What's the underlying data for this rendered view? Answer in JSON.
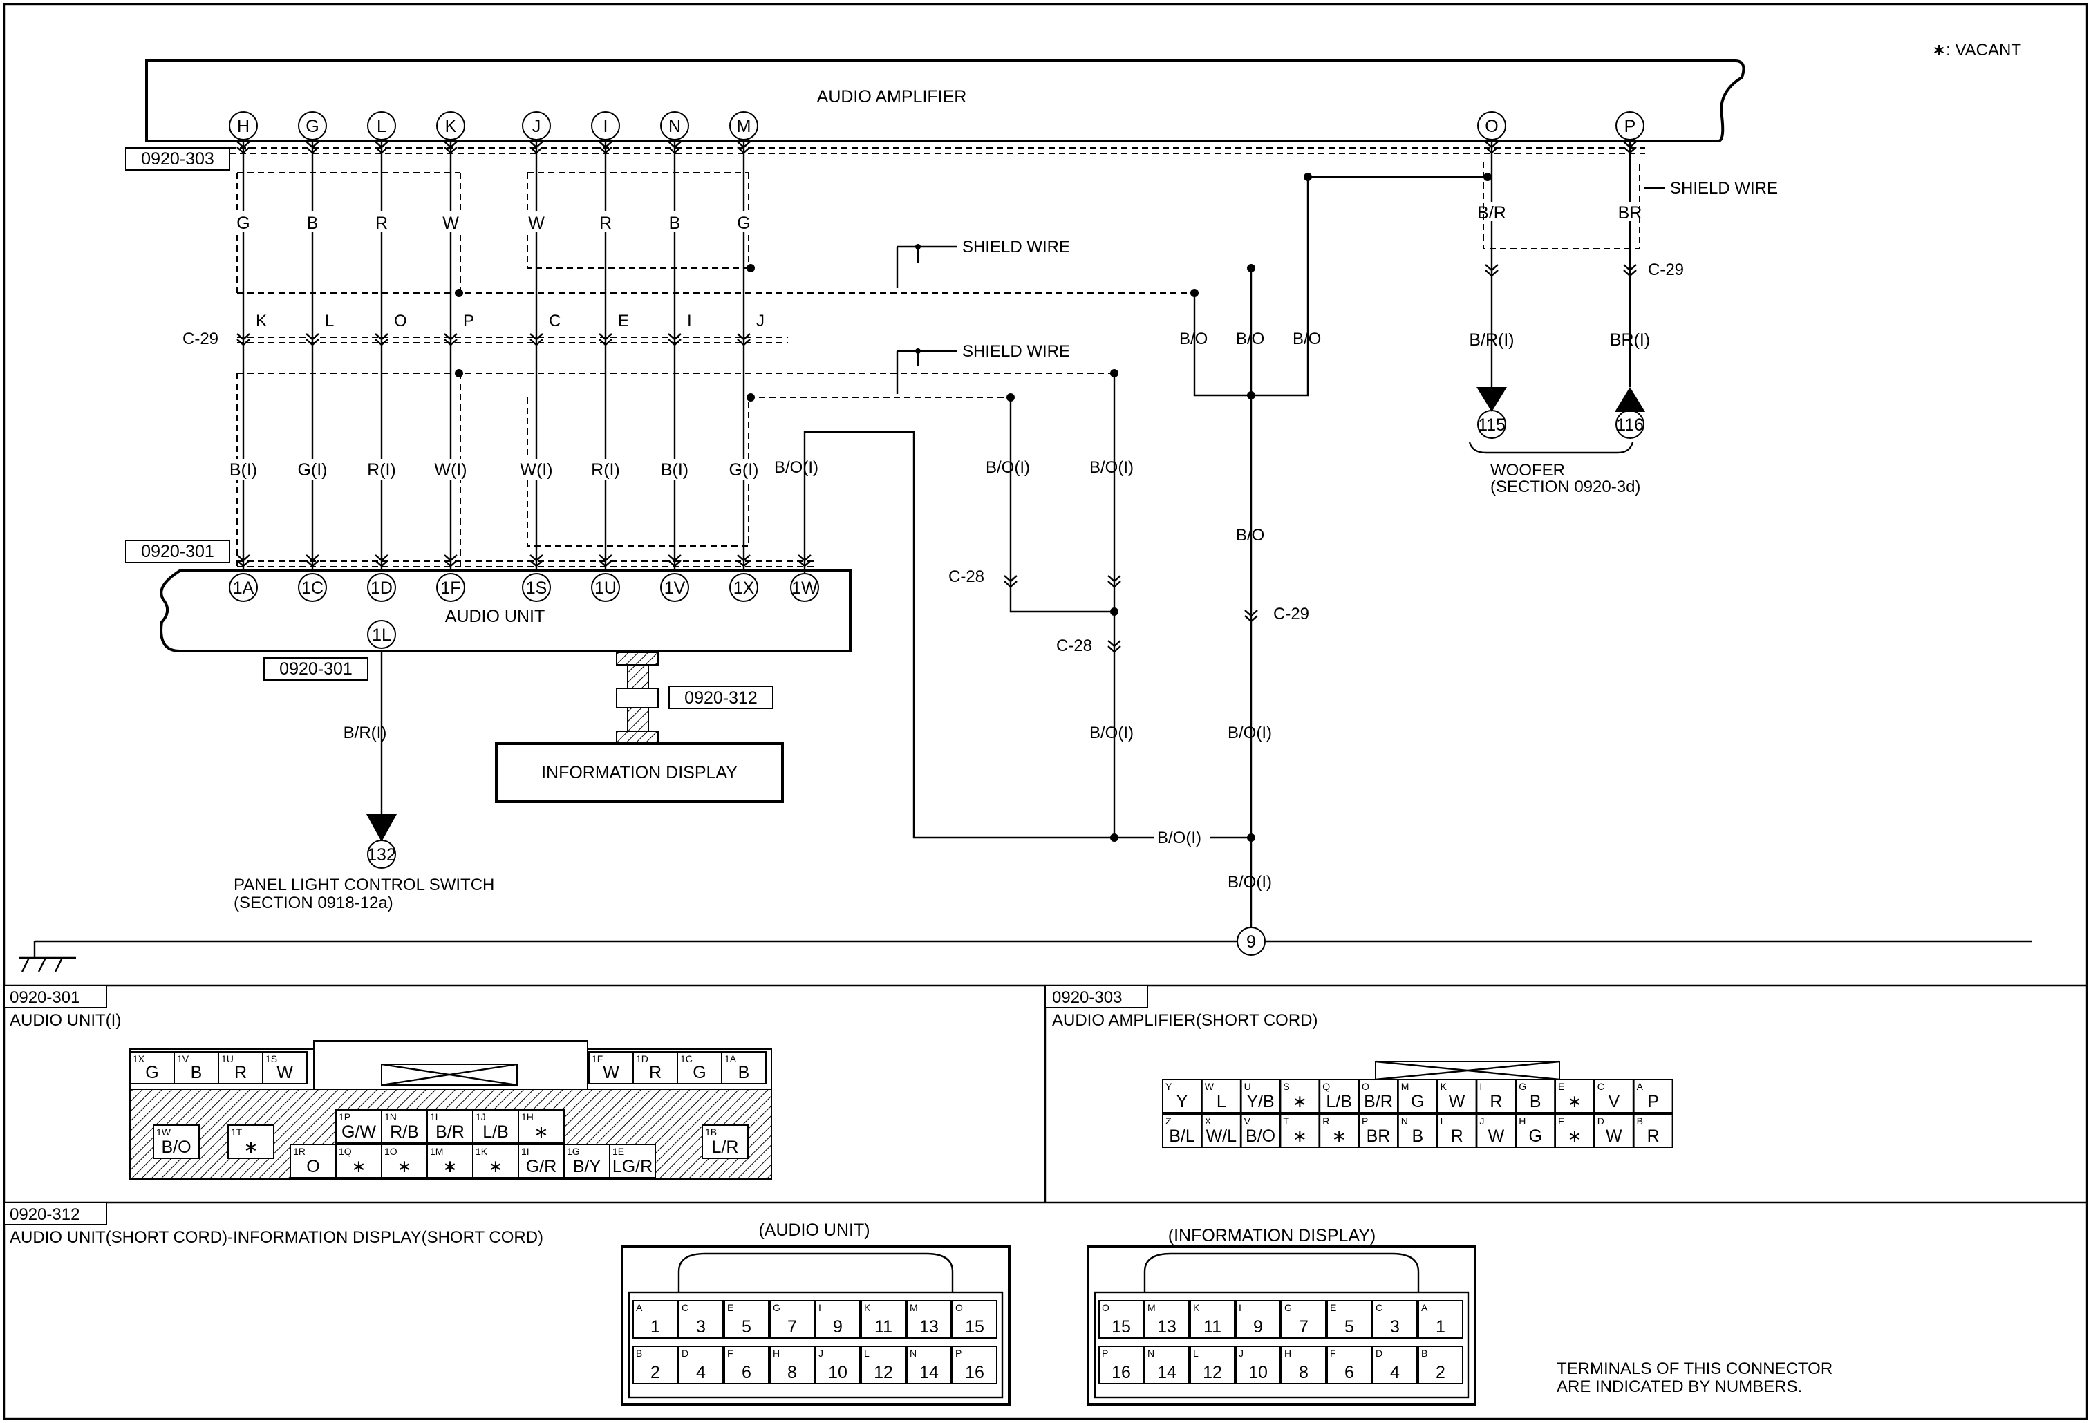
{
  "legend": "∗: VACANT",
  "components": {
    "amplifier": "AUDIO AMPLIFIER",
    "audio_unit": "AUDIO UNIT",
    "info_display": "INFORMATION DISPLAY",
    "woofer": "WOOFER",
    "woofer_section": "(SECTION 0920-3d)",
    "panel_switch": "PANEL LIGHT CONTROL SWITCH",
    "panel_section": "(SECTION 0918-12a)"
  },
  "connectors": {
    "amp": "0920-303",
    "unit": "0920-301",
    "unit_b": "0920-301",
    "disp": "0920-312"
  },
  "shield_wire": "SHIELD WIRE",
  "amp_terminals": [
    "H",
    "G",
    "L",
    "K",
    "J",
    "I",
    "N",
    "M"
  ],
  "amp_right_terminals": [
    "O",
    "P"
  ],
  "wire_colors_top": [
    "G",
    "B",
    "R",
    "W",
    "W",
    "R",
    "B",
    "G"
  ],
  "c29": "C-29",
  "c28": "C-28",
  "c29_pins": [
    "K",
    "L",
    "O",
    "P",
    "C",
    "E",
    "I",
    "J"
  ],
  "wire_colors_low": [
    "B(I)",
    "G(I)",
    "R(I)",
    "W(I)",
    "W(I)",
    "R(I)",
    "B(I)",
    "G(I)"
  ],
  "unit_terminals": [
    "1A",
    "1C",
    "1D",
    "1F",
    "1S",
    "1U",
    "1V",
    "1X",
    "1W"
  ],
  "unit_1l": "1L",
  "woofer_top": [
    "B/R",
    "BR"
  ],
  "woofer_low": [
    "B/R(I)",
    "BR(I)"
  ],
  "woofer_refs": [
    "115",
    "116"
  ],
  "panel_ref": "132",
  "ground_ref": "9",
  "colors": {
    "bo": "B/O",
    "boi": "B/O(I)",
    "bri": "B/R(I)"
  },
  "sec301": {
    "code": "0920-301",
    "title": "AUDIO UNIT(I)",
    "top_left": [
      [
        "1X",
        "G"
      ],
      [
        "1V",
        "B"
      ],
      [
        "1U",
        "R"
      ],
      [
        "1S",
        "W"
      ]
    ],
    "top_right": [
      [
        "1F",
        "W"
      ],
      [
        "1D",
        "R"
      ],
      [
        "1C",
        "G"
      ],
      [
        "1A",
        "B"
      ]
    ],
    "mid": [
      [
        "1P",
        "G/W"
      ],
      [
        "1N",
        "R/B"
      ],
      [
        "1L",
        "B/R"
      ],
      [
        "1J",
        "L/B"
      ],
      [
        "1H",
        "∗"
      ]
    ],
    "bottom": [
      [
        "1R",
        "O"
      ],
      [
        "1Q",
        "∗"
      ],
      [
        "1O",
        "∗"
      ],
      [
        "1M",
        "∗"
      ],
      [
        "1K",
        "∗"
      ],
      [
        "1I",
        "G/R"
      ],
      [
        "1G",
        "B/Y"
      ],
      [
        "1E",
        "LG/R"
      ]
    ],
    "left": [
      "1W",
      "B/O"
    ],
    "left2": [
      "1T",
      "∗"
    ],
    "right": [
      "1B",
      "L/R"
    ]
  },
  "sec303": {
    "code": "0920-303",
    "title": "AUDIO AMPLIFIER(SHORT CORD)",
    "row1": [
      [
        "Y",
        "Y"
      ],
      [
        "W",
        "L"
      ],
      [
        "U",
        "Y/B"
      ],
      [
        "S",
        "∗"
      ],
      [
        "Q",
        "L/B"
      ],
      [
        "O",
        "B/R"
      ],
      [
        "M",
        "G"
      ],
      [
        "K",
        "W"
      ],
      [
        "I",
        "R"
      ],
      [
        "G",
        "B"
      ],
      [
        "E",
        "∗"
      ],
      [
        "C",
        "V"
      ],
      [
        "A",
        "P"
      ]
    ],
    "row2": [
      [
        "Z",
        "B/L"
      ],
      [
        "X",
        "W/L"
      ],
      [
        "V",
        "B/O"
      ],
      [
        "T",
        "∗"
      ],
      [
        "R",
        "∗"
      ],
      [
        "P",
        "BR"
      ],
      [
        "N",
        "B"
      ],
      [
        "L",
        "R"
      ],
      [
        "J",
        "W"
      ],
      [
        "H",
        "G"
      ],
      [
        "F",
        "∗"
      ],
      [
        "D",
        "W"
      ],
      [
        "B",
        "R"
      ]
    ]
  },
  "sec312": {
    "code": "0920-312",
    "title": "AUDIO UNIT(SHORT CORD)-INFORMATION DISPLAY(SHORT CORD)",
    "left_title": "(AUDIO UNIT)",
    "right_title": "(INFORMATION DISPLAY)",
    "left_row1": [
      [
        "A",
        "1"
      ],
      [
        "C",
        "3"
      ],
      [
        "E",
        "5"
      ],
      [
        "G",
        "7"
      ],
      [
        "I",
        "9"
      ],
      [
        "K",
        "11"
      ],
      [
        "M",
        "13"
      ],
      [
        "O",
        "15"
      ]
    ],
    "left_row2": [
      [
        "B",
        "2"
      ],
      [
        "D",
        "4"
      ],
      [
        "F",
        "6"
      ],
      [
        "H",
        "8"
      ],
      [
        "J",
        "10"
      ],
      [
        "L",
        "12"
      ],
      [
        "N",
        "14"
      ],
      [
        "P",
        "16"
      ]
    ],
    "right_row1": [
      [
        "O",
        "15"
      ],
      [
        "M",
        "13"
      ],
      [
        "K",
        "11"
      ],
      [
        "I",
        "9"
      ],
      [
        "G",
        "7"
      ],
      [
        "E",
        "5"
      ],
      [
        "C",
        "3"
      ],
      [
        "A",
        "1"
      ]
    ],
    "right_row2": [
      [
        "P",
        "16"
      ],
      [
        "N",
        "14"
      ],
      [
        "L",
        "12"
      ],
      [
        "J",
        "10"
      ],
      [
        "H",
        "8"
      ],
      [
        "F",
        "6"
      ],
      [
        "D",
        "4"
      ],
      [
        "B",
        "2"
      ]
    ],
    "note1": "TERMINALS OF THIS CONNECTOR",
    "note2": "ARE INDICATED BY NUMBERS."
  }
}
